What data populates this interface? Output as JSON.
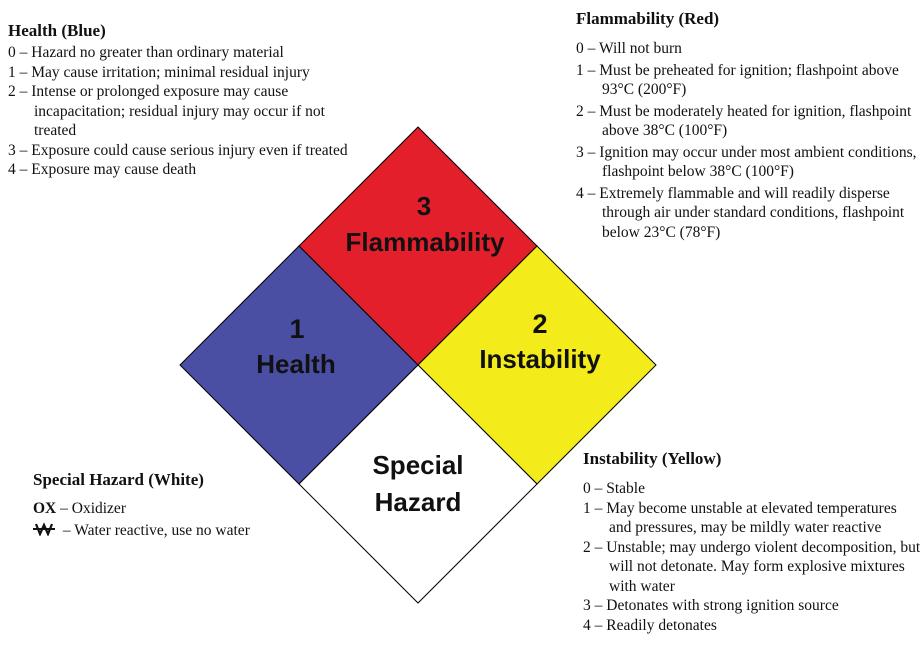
{
  "colors": {
    "health": "#4a4fa3",
    "flammability": "#e31f2b",
    "instability": "#f3ec1a",
    "special": "#ffffff"
  },
  "health_legend": {
    "title": "Health (Blue)",
    "items": [
      {
        "num": "0",
        "text": "Hazard no greater than ordinary material"
      },
      {
        "num": "1",
        "text": "May cause irritation; minimal residual injury"
      },
      {
        "num": "2",
        "text": "Intense or prolonged exposure may cause incapacitation; residual injury may occur if not treated"
      },
      {
        "num": "3",
        "text": "Exposure could cause serious injury even if treated"
      },
      {
        "num": "4",
        "text": "Exposure may cause death"
      }
    ]
  },
  "flammability_legend": {
    "title": "Flammability (Red)",
    "items": [
      {
        "num": "0",
        "text": "Will not burn"
      },
      {
        "num": "1",
        "text": "Must be preheated for ignition; flashpoint above 93°C (200°F)"
      },
      {
        "num": "2",
        "text": "Must be moderately heated for ignition, flashpoint above 38°C (100°F)"
      },
      {
        "num": "3",
        "text": "Ignition may occur under most ambient conditions, flashpoint below 38°C (100°F)"
      },
      {
        "num": "4",
        "text": "Extremely flammable and will readily disperse through air under standard conditions, flashpoint below 23°C (78°F)"
      }
    ]
  },
  "instability_legend": {
    "title": "Instability (Yellow)",
    "items": [
      {
        "num": "0",
        "text": "Stable"
      },
      {
        "num": "1",
        "text": "May become unstable at elevated temperatures and pressures, may be mildly water reactive"
      },
      {
        "num": "2",
        "text": "Unstable; may undergo violent decomposition, but will not detonate. May form explosive mixtures with water"
      },
      {
        "num": "3",
        "text": "Detonates with strong ignition source"
      },
      {
        "num": "4",
        "text": "Readily detonates"
      }
    ]
  },
  "special_legend": {
    "title": "Special Hazard (White)",
    "ox_code": "OX",
    "ox_text": "Oxidizer",
    "water_symbol": "W",
    "water_text": "Water reactive, use no water"
  },
  "diamond": {
    "flammability": {
      "number": "3",
      "label": "Flammability"
    },
    "health": {
      "number": "1",
      "label": "Health"
    },
    "instability": {
      "number": "2",
      "label": "Instability"
    },
    "special": {
      "line1": "Special",
      "line2": "Hazard"
    }
  },
  "separator": "–"
}
